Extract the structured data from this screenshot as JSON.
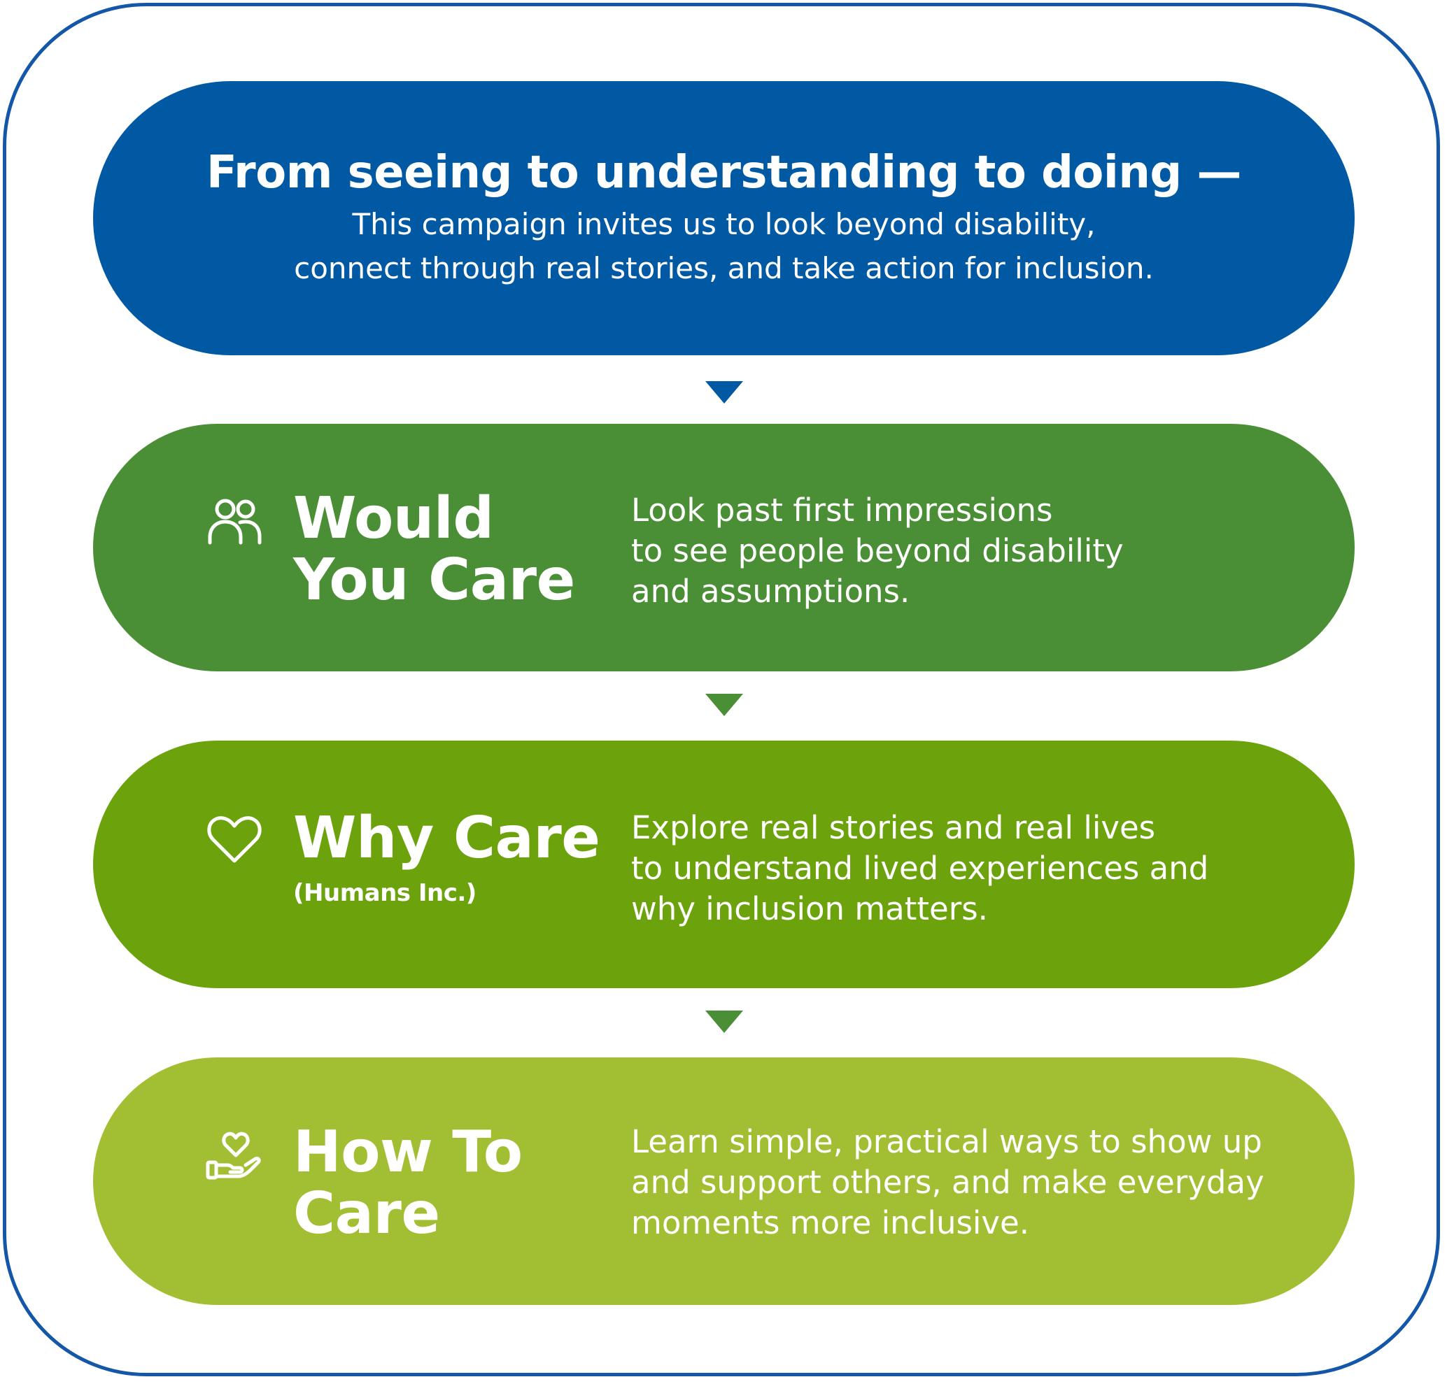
{
  "header": {
    "title": "From seeing to understanding to doing —",
    "lines": [
      "This campaign invites us to look beyond disability,",
      "connect through real stories, and take action for inclusion."
    ]
  },
  "stages": [
    {
      "icon": "people-icon",
      "title_lines": [
        "Would",
        "You Care"
      ],
      "subtitle": "",
      "desc_lines": [
        "Look past first impressions",
        "to see people beyond disability",
        "and assumptions."
      ]
    },
    {
      "icon": "heart-icon",
      "title_lines": [
        "Why Care"
      ],
      "subtitle": "(Humans Inc.)",
      "desc_lines": [
        "Explore real stories and real lives",
        "to understand lived experiences and",
        "why inclusion matters."
      ]
    },
    {
      "icon": "heart-in-hand-icon",
      "title_lines": [
        "How To",
        "Care"
      ],
      "subtitle": "",
      "desc_lines": [
        "Learn simple, practical ways to show up",
        "and support others, and make everyday",
        "moments more inclusive."
      ]
    }
  ],
  "colors": {
    "frame": "#1457a8",
    "header": "#0159a3",
    "stage_1": "#4a8f35",
    "stage_2": "#6ca30d",
    "stage_3": "#a2bf34"
  }
}
